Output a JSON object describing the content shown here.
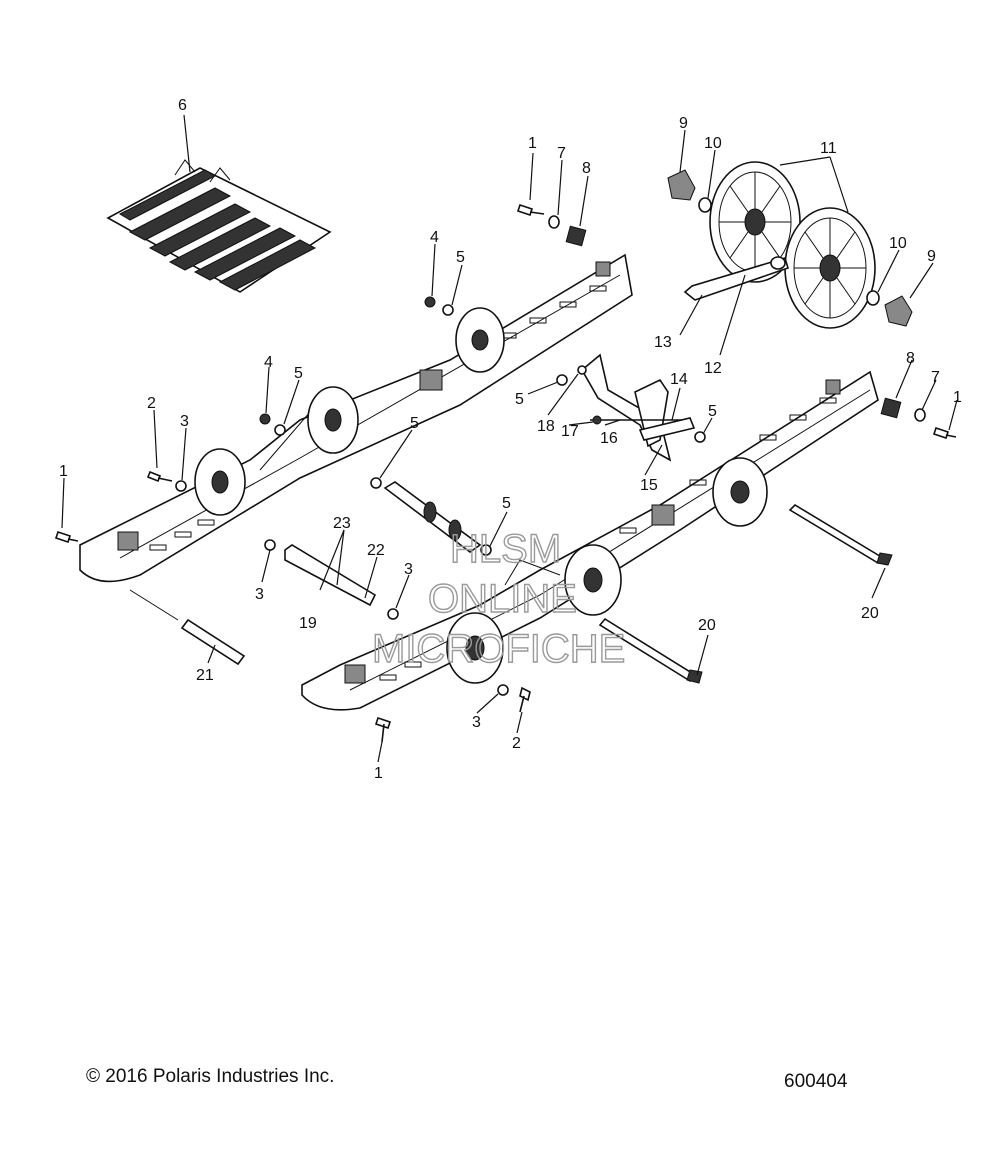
{
  "callouts": [
    "1",
    "2",
    "3",
    "4",
    "5",
    "6",
    "7",
    "8",
    "9",
    "10",
    "11",
    "12",
    "13",
    "14",
    "15",
    "16",
    "17",
    "18",
    "19",
    "20",
    "21",
    "22",
    "23"
  ],
  "watermark": {
    "line1": "HLSM",
    "line2": "ONLINE",
    "line3": "MICROFICHE"
  },
  "footer": {
    "copyright": "© 2016 Polaris Industries Inc.",
    "diagram_id": "600404"
  }
}
